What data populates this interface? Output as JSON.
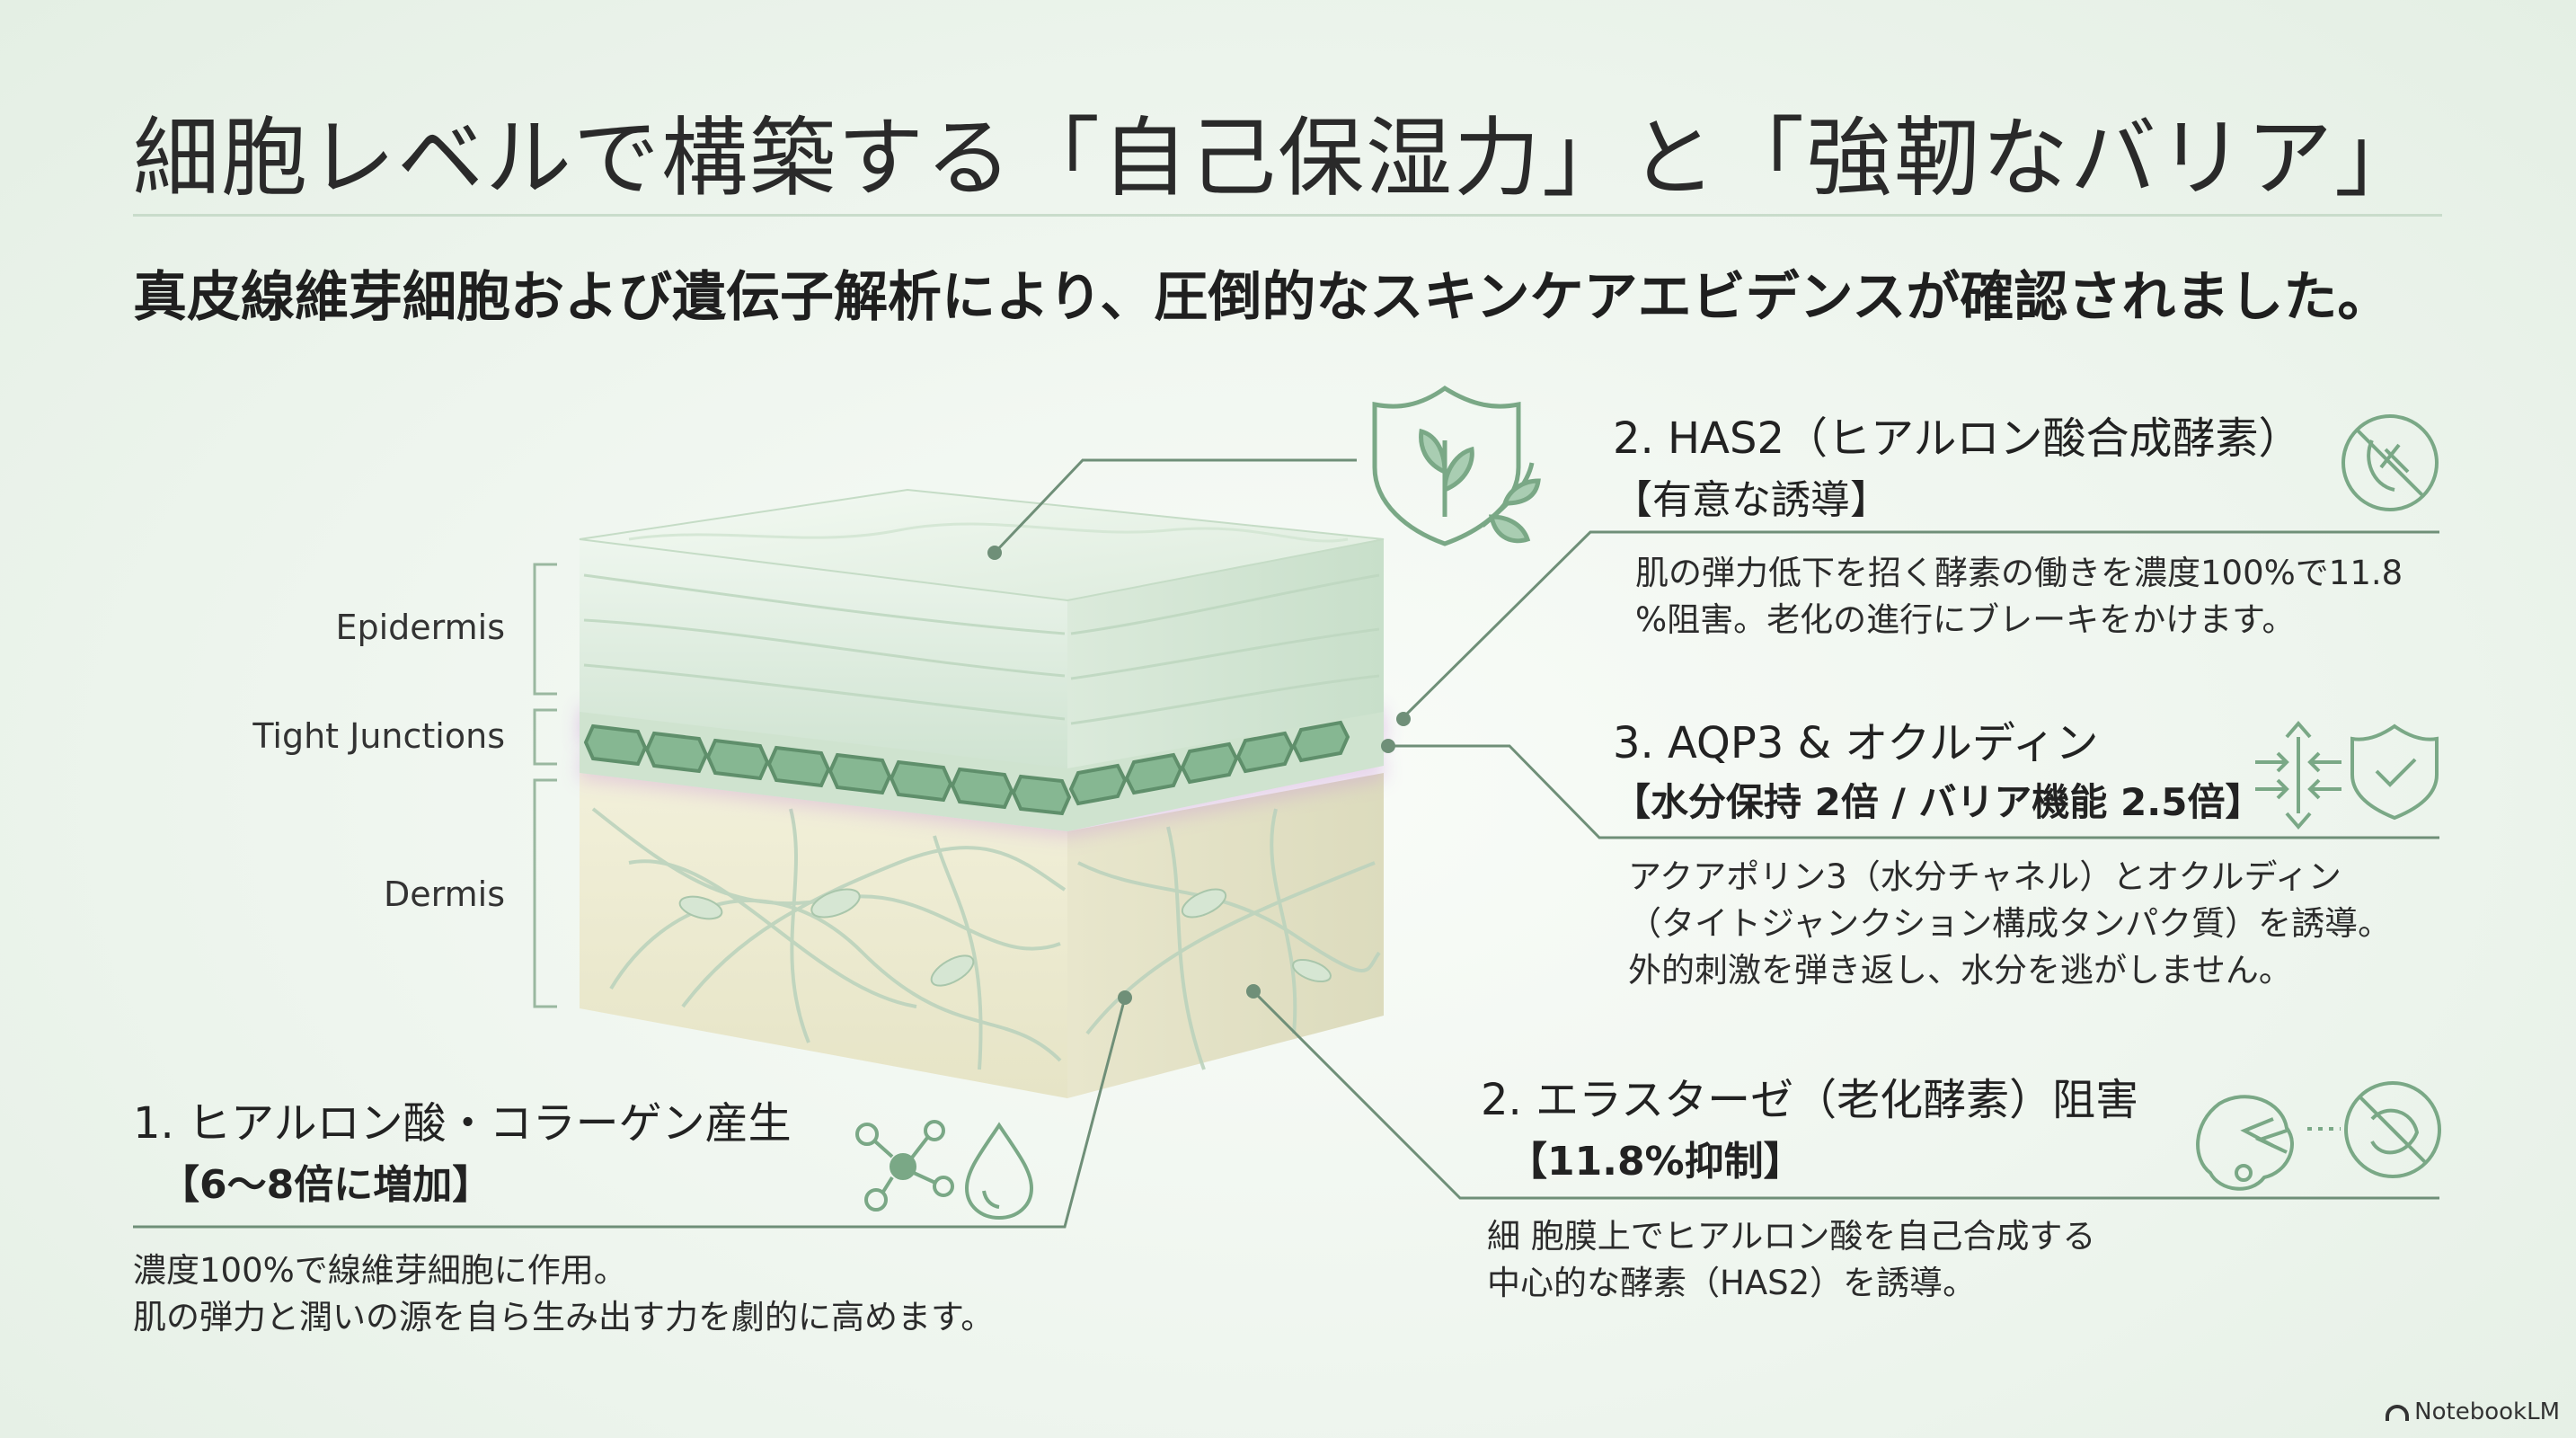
{
  "title": "細胞レベルで構築する「自己保湿力」と「強靭なバリア」",
  "subtitle": "真皮線維芽細胞および遺伝子解析により、圧倒的なスキンケアエビデンスが確認されました。",
  "layers": {
    "epidermis": "Epidermis",
    "tight_junctions": "Tight Junctions",
    "dermis": "Dermis"
  },
  "sections": [
    {
      "heading": "1. ヒアルロン酸・コラーゲン産生",
      "sub": "【6〜8倍に増加】",
      "body": [
        "濃度100%で線維芽細胞に作用。",
        "肌の弾力と潤いの源を自ら生み出す力を劇的に高めます。"
      ],
      "icons": [
        "molecule-icon",
        "water-drop-icon"
      ]
    },
    {
      "heading": "2. HAS2（ヒアルロン酸合成酵素）",
      "sub": "【有意な誘導】",
      "body": [
        "肌の弾力低下を招く酵素の働きを濃度100%で11.8",
        "%阻害。老化の進行にブレーキをかけます。"
      ],
      "icons": [
        "shield-leaf-icon",
        "inhibition-icon"
      ]
    },
    {
      "heading": "3. AQP3 & オクルディン",
      "sub": "【水分保持 2倍 / バリア機能 2.5倍】",
      "body": [
        "アクアポリン3（水分チャネル）とオクルディン",
        "（タイトジャンクション構成タンパク質）を誘導。",
        "外的刺激を弾き返し、水分を逃がしません。"
      ],
      "icons": [
        "barrier-arrows-icon",
        "shield-check-icon"
      ]
    },
    {
      "heading": "2. エラスターゼ（老化酵素）阻害",
      "sub": "【11.8%抑制】",
      "body": [
        "細 胞膜上でヒアルロン酸を自己合成する",
        "中心的な酵素（HAS2）を誘導。"
      ],
      "icons": [
        "enzyme-icon",
        "blocked-icon"
      ]
    }
  ],
  "brand": "NotebookLM",
  "colors": {
    "accent": "#7aa886",
    "line": "#6f8f78",
    "background": "#eef5ee",
    "dermis": "#ecebd2",
    "junction_glow": "#c98fd8"
  }
}
